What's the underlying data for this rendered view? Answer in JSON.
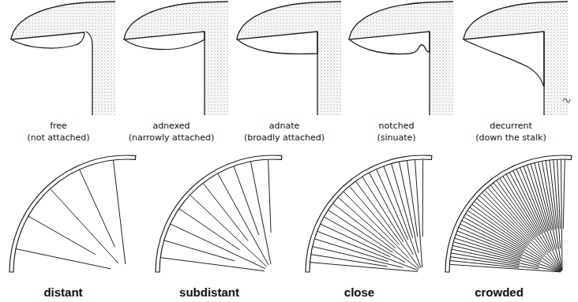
{
  "diagram": {
    "labels": [
      "free",
      "(not attached)",
      "adnexed",
      "(narrowly attached)",
      "adnate",
      "(broadly attached)",
      "notched",
      "(sinuate)",
      "decurrent",
      "(down the stalk)",
      "distant",
      "subdistant",
      "close",
      "crowded"
    ]
  }
}
